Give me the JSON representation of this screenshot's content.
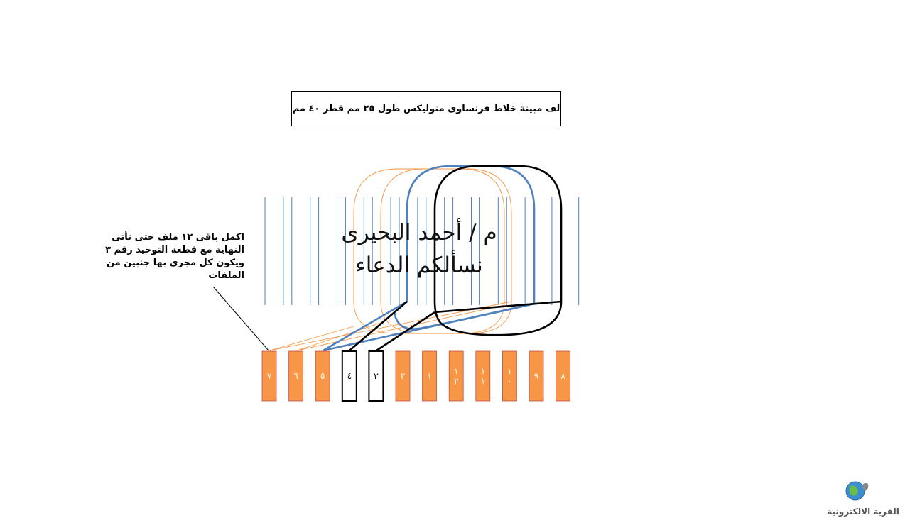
{
  "title": "لف مبينة خلاط فرنساوى منوليكس طول ٢٥ مم قطر ٤٠ مم",
  "note": "اكمل باقى ١٢ ملف حتى تأتى\nالنهاية مع قطعة التوحيد رقم ٣\nويكون كل مجرى بها جنبين من\nالملفات",
  "watermark": {
    "line1": "م / أحمد البحيرى",
    "line2": "نسألكم الدعاء"
  },
  "segments": [
    {
      "label": "٧",
      "type": "orange"
    },
    {
      "label": "٦",
      "type": "orange"
    },
    {
      "label": "٥",
      "type": "orange"
    },
    {
      "label": "٤",
      "type": "outlined"
    },
    {
      "label": "٣",
      "type": "outlined"
    },
    {
      "label": "٢",
      "type": "orange"
    },
    {
      "label": "١",
      "type": "orange"
    },
    {
      "label": "١\n٢",
      "type": "orange"
    },
    {
      "label": "١\n١",
      "type": "orange"
    },
    {
      "label": "١\n٠",
      "type": "orange"
    },
    {
      "label": "٩",
      "type": "orange"
    },
    {
      "label": "٨",
      "type": "orange"
    }
  ],
  "colors": {
    "segment_fill": "#F79646",
    "slot_lines": "#4F81BD",
    "coil_blue": "#4F81BD",
    "coil_black": "#000000",
    "coil_orange": "#F79646"
  },
  "logo": {
    "text": "القرية الالكترونية",
    "icon": "globe-icon"
  }
}
